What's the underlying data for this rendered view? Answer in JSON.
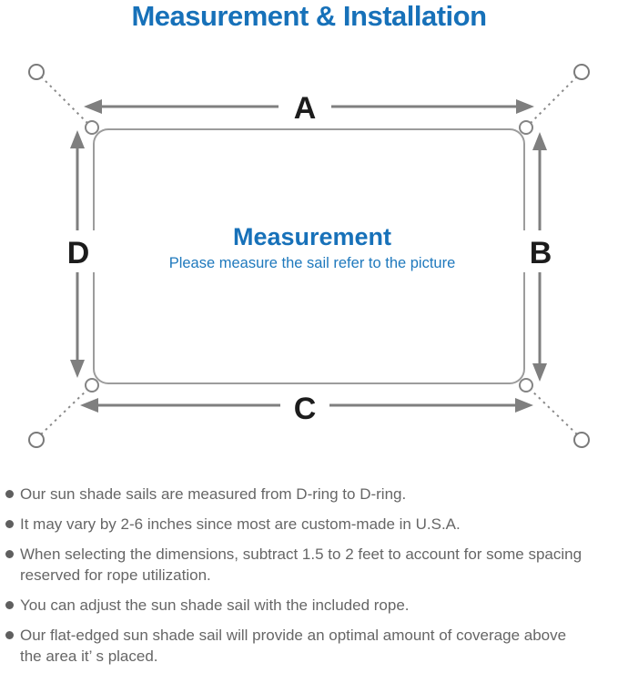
{
  "title": "Measurement & Installation",
  "colors": {
    "accent_blue": "#1771b9",
    "line_gray": "#8a8a8a",
    "arrow_gray": "#7f7f7f",
    "body_text_gray": "#666666",
    "label_black": "#1c1c1c"
  },
  "diagram": {
    "label_top": "A",
    "label_right": "B",
    "label_bottom": "C",
    "label_left": "D",
    "center_title": "Measurement",
    "center_subtitle": "Please measure the sail refer to the picture",
    "icons": [
      "anchor-point-icon",
      "d-ring-icon",
      "tether-dashed-line",
      "measure-arrow"
    ]
  },
  "notes": [
    "Our sun shade sails are measured from D-ring to D-ring.",
    "It may vary by 2-6 inches since most are custom-made in U.S.A.",
    "When selecting the dimensions, subtract 1.5 to 2 feet to account for some spacing\nreserved for rope utilization.",
    "You can adjust the sun shade sail with the included rope.",
    "Our flat-edged sun shade sail will provide an optimal amount of coverage above\nthe area it’ s placed."
  ]
}
